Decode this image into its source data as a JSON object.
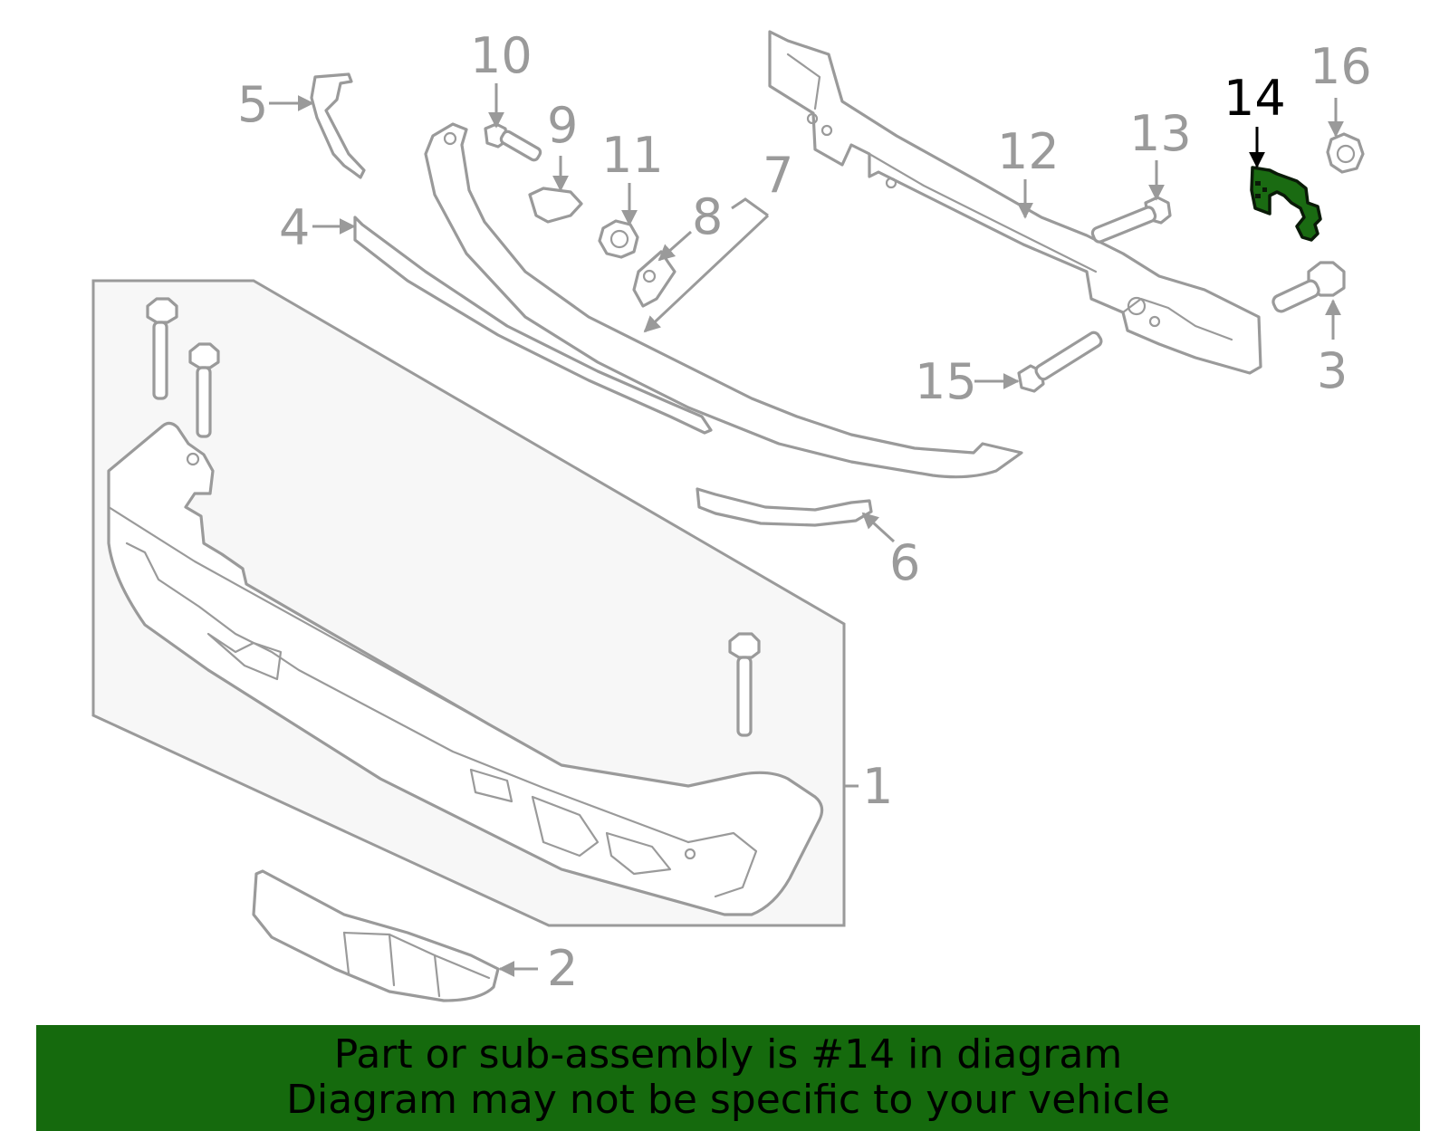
{
  "callouts": {
    "c1": "1",
    "c2": "2",
    "c3": "3",
    "c4": "4",
    "c5": "5",
    "c6": "6",
    "c7": "7",
    "c8": "8",
    "c9": "9",
    "c10": "10",
    "c11": "11",
    "c12": "12",
    "c13": "13",
    "c14": "14",
    "c15": "15",
    "c16": "16"
  },
  "highlight": {
    "part": "14",
    "color": "#156a0d"
  },
  "banner": {
    "line1": "Part or sub-assembly is #14 in diagram",
    "line2": "Diagram may not be specific to your vehicle"
  }
}
